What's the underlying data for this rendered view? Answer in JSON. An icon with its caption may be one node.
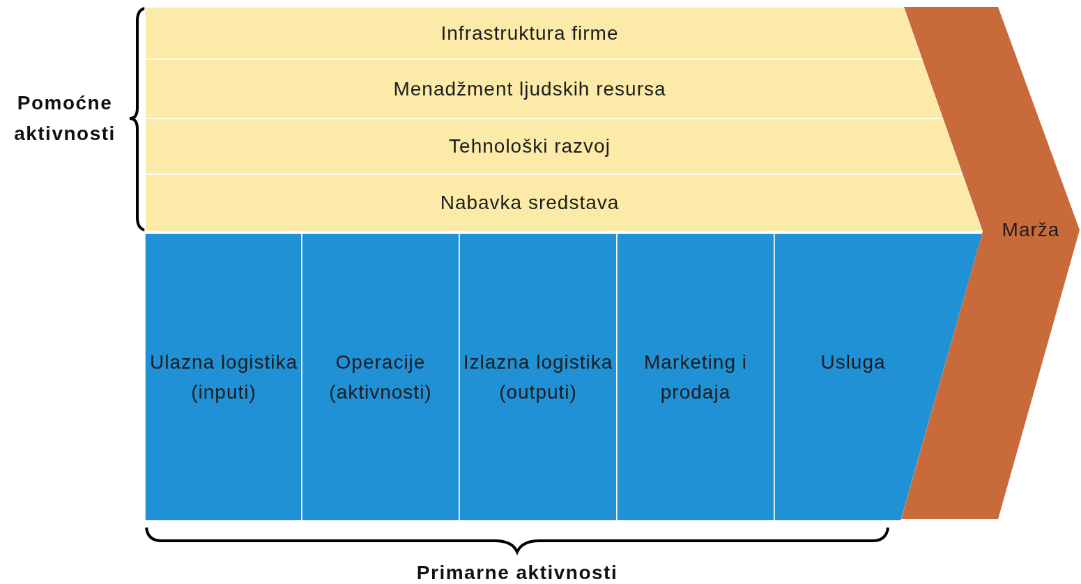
{
  "diagram": {
    "nodes": [
      {
        "text": [
          "Infrastruktura firme"
        ]
      },
      {
        "text": [
          "Menadžment ljudskih resursa"
        ]
      },
      {
        "text": [
          "Tehnološki razvoj"
        ]
      },
      {
        "text": [
          "Nabavka sredstava"
        ]
      },
      {
        "text": [
          "Ulazna logistika (inputi)"
        ]
      },
      {
        "text": [
          "Operacije (aktivnosti)"
        ]
      },
      {
        "text": [
          "Izlazna logistika (outputi)"
        ]
      },
      {
        "text": [
          "Marketing i prodaja"
        ]
      },
      {
        "text": [
          "Usluga"
        ]
      },
      {
        "text": [
          "Marža"
        ]
      }
    ],
    "labels": [
      "Pomoćne aktivnosti",
      "Primarne aktivnosti"
    ]
  }
}
